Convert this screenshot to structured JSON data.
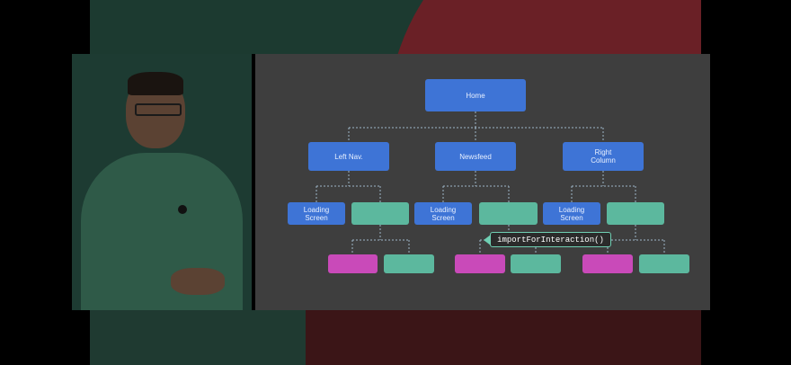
{
  "colors": {
    "slide_bg": "#3e3e3e",
    "component_blue": "#3e74d6",
    "lazy_teal": "#5cb89e",
    "interaction_pink": "#c94ab9",
    "callout_border": "#6fcfb3"
  },
  "diagram": {
    "root": {
      "label": "Home"
    },
    "sections": [
      {
        "label": "Left Nav."
      },
      {
        "label": "Newsfeed"
      },
      {
        "label": "Right Column"
      }
    ],
    "loading_label": "Loading Screen",
    "callout": "importForInteraction()"
  }
}
